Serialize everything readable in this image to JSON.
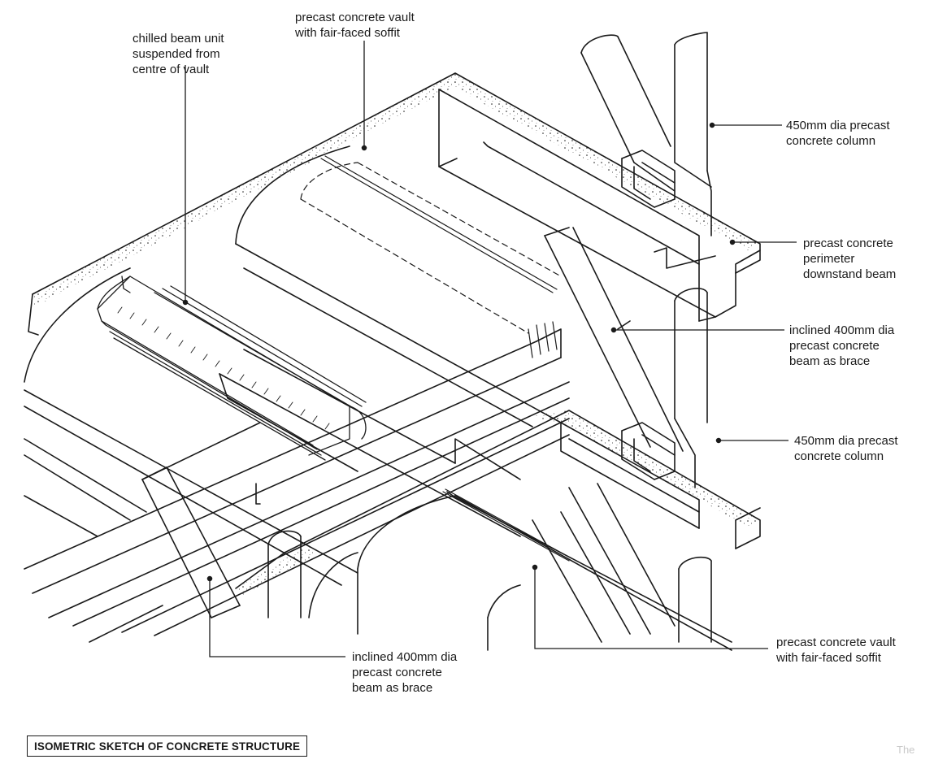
{
  "title": "ISOMETRIC SKETCH OF CONCRETE STRUCTURE",
  "background_text": "The",
  "colors": {
    "ink": "#1a1a1a",
    "paper": "#ffffff"
  },
  "labels": [
    {
      "id": "chilled-beam-unit",
      "text": "chilled beam unit\nsuspended from\ncentre of vault"
    },
    {
      "id": "vault-upper",
      "text": "precast concrete vault\nwith fair-faced soffit"
    },
    {
      "id": "column-upper",
      "text": "450mm dia precast\nconcrete column"
    },
    {
      "id": "perimeter-beam",
      "text": "precast concrete\nperimeter\ndownstand beam"
    },
    {
      "id": "brace-right",
      "text": "inclined 400mm dia\nprecast concrete\nbeam as brace"
    },
    {
      "id": "column-lower",
      "text": "450mm dia precast\nconcrete column"
    },
    {
      "id": "vault-lower",
      "text": "precast concrete vault\nwith fair-faced soffit"
    },
    {
      "id": "brace-lower",
      "text": "inclined 400mm dia\nprecast concrete\nbeam as brace"
    }
  ]
}
